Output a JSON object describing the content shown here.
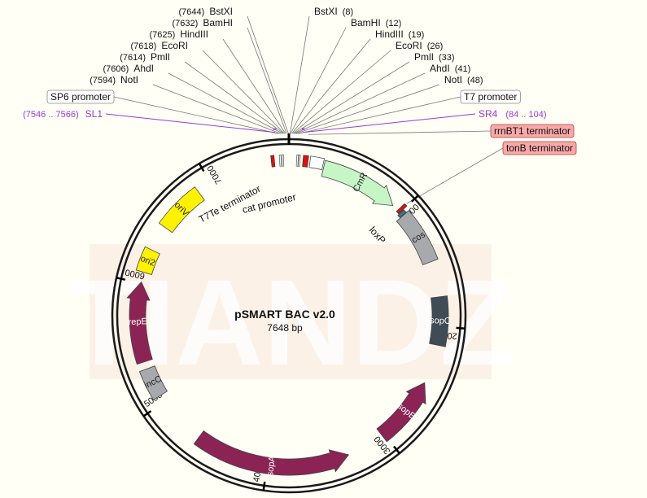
{
  "plasmid": {
    "name": "pSMART BAC v2.0",
    "length_label": "7648 bp",
    "length": 7648
  },
  "watermark": "TIANDZ",
  "colors": {
    "background": "#fffff6",
    "backbone": "#1a1a1a",
    "leader": "#777777",
    "primer": "#9a38e0",
    "terminator": "#dd1111",
    "terminator_label_bg": "#f9a8a8",
    "promoter": "#ffffff",
    "cmr": "#c6f5c6",
    "cos": "#a7a9ac",
    "loxp": "#2d7b8c",
    "sopc": "#404c55",
    "sop": "#8b2355",
    "ori": "#fff200",
    "incc": "#a7a9ac",
    "watermark": "#f6d8cc"
  },
  "ticks": [
    {
      "pos": 1000,
      "label": "1000"
    },
    {
      "pos": 2000,
      "label": "2000"
    },
    {
      "pos": 3000,
      "label": "3000"
    },
    {
      "pos": 4000,
      "label": "4000"
    },
    {
      "pos": 5000,
      "label": "5000"
    },
    {
      "pos": 6000,
      "label": "6000"
    },
    {
      "pos": 7000,
      "label": "7000"
    }
  ],
  "sites_left": [
    {
      "name": "BstXI",
      "pos": "(7644)",
      "bp": 7644
    },
    {
      "name": "BamHI",
      "pos": "(7632)",
      "bp": 7632
    },
    {
      "name": "HindIII",
      "pos": "(7625)",
      "bp": 7625
    },
    {
      "name": "EcoRI",
      "pos": "(7618)",
      "bp": 7618
    },
    {
      "name": "PmlI",
      "pos": "(7614)",
      "bp": 7614
    },
    {
      "name": "AhdI",
      "pos": "(7606)",
      "bp": 7606
    },
    {
      "name": "NotI",
      "pos": "(7594)",
      "bp": 7594
    }
  ],
  "sites_right": [
    {
      "name": "BstXI",
      "pos": "(8)",
      "bp": 8
    },
    {
      "name": "BamHI",
      "pos": "(12)",
      "bp": 12
    },
    {
      "name": "HindIII",
      "pos": "(19)",
      "bp": 19
    },
    {
      "name": "EcoRI",
      "pos": "(26)",
      "bp": 26
    },
    {
      "name": "PmlI",
      "pos": "(33)",
      "bp": 33
    },
    {
      "name": "AhdI",
      "pos": "(41)",
      "bp": 41
    },
    {
      "name": "NotI",
      "pos": "(48)",
      "bp": 48
    }
  ],
  "boxed_labels": [
    {
      "name": "SP6 promoter",
      "bp": 7580,
      "side": "left",
      "style": "promoter"
    },
    {
      "name": "T7 promoter",
      "bp": 62,
      "side": "right",
      "style": "promoter"
    },
    {
      "name": "rrnBT1 terminator",
      "bp": 130,
      "side": "right",
      "style": "terminator"
    },
    {
      "name": "tonB terminator",
      "bp": 985,
      "side": "right",
      "style": "terminator"
    }
  ],
  "primers": [
    {
      "name": "SL1",
      "range": "(7546 .. 7566)",
      "start": 7546,
      "end": 7566,
      "side": "left"
    },
    {
      "name": "SR4",
      "range": "(84 .. 104)",
      "start": 84,
      "end": 104,
      "side": "right"
    }
  ],
  "features": [
    {
      "name": "CmR",
      "start": 280,
      "end": 920,
      "type": "arrow",
      "dir": 1,
      "color": "#c6f5c6",
      "label_color": "#222222"
    },
    {
      "name": "cos",
      "start": 1035,
      "end": 1470,
      "type": "box",
      "color": "#a7a9ac",
      "label_color": "#222222"
    },
    {
      "name": "sopC",
      "start": 1760,
      "end": 2150,
      "type": "box",
      "color": "#404c55",
      "label_color": "#ffffff"
    },
    {
      "name": "sopB",
      "start": 2470,
      "end": 3020,
      "type": "arrow",
      "dir": -1,
      "color": "#8b2355",
      "label_color": "#ffffff"
    },
    {
      "name": "sopA",
      "start": 3330,
      "end": 4600,
      "type": "arrow",
      "dir": -1,
      "color": "#8b2355",
      "label_color": "#ffffff"
    },
    {
      "name": "incC",
      "start": 5060,
      "end": 5300,
      "type": "box",
      "color": "#a7a9ac",
      "label_color": "#222222"
    },
    {
      "name": "repE",
      "start": 5360,
      "end": 6010,
      "type": "arrow",
      "dir": 1,
      "color": "#8b2355",
      "label_color": "#ffffff"
    },
    {
      "name": "ori2",
      "start": 6090,
      "end": 6280,
      "type": "box",
      "color": "#fff200",
      "label_color": "#222222"
    },
    {
      "name": "oriV",
      "start": 6490,
      "end": 6880,
      "type": "box",
      "color": "#fff200",
      "label_color": "#222222"
    }
  ],
  "small_features": [
    {
      "name": "T7Te terminator",
      "kind": "terminator",
      "start": 7510,
      "end": 7535
    },
    {
      "name": "rrnBT1 terminator",
      "kind": "terminator",
      "start": 110,
      "end": 150
    },
    {
      "name": "cat promoter",
      "kind": "promoter",
      "start": 165,
      "end": 270
    },
    {
      "name": "tonB terminator",
      "kind": "terminator",
      "start": 975,
      "end": 1000
    },
    {
      "name": "loxP",
      "kind": "loxp",
      "start": 1005,
      "end": 1030
    }
  ],
  "outer_labels": [
    {
      "text": "T7Te terminator",
      "kind": "small"
    },
    {
      "text": "cat promoter",
      "kind": "small"
    },
    {
      "text": "loxP",
      "kind": "small"
    }
  ]
}
